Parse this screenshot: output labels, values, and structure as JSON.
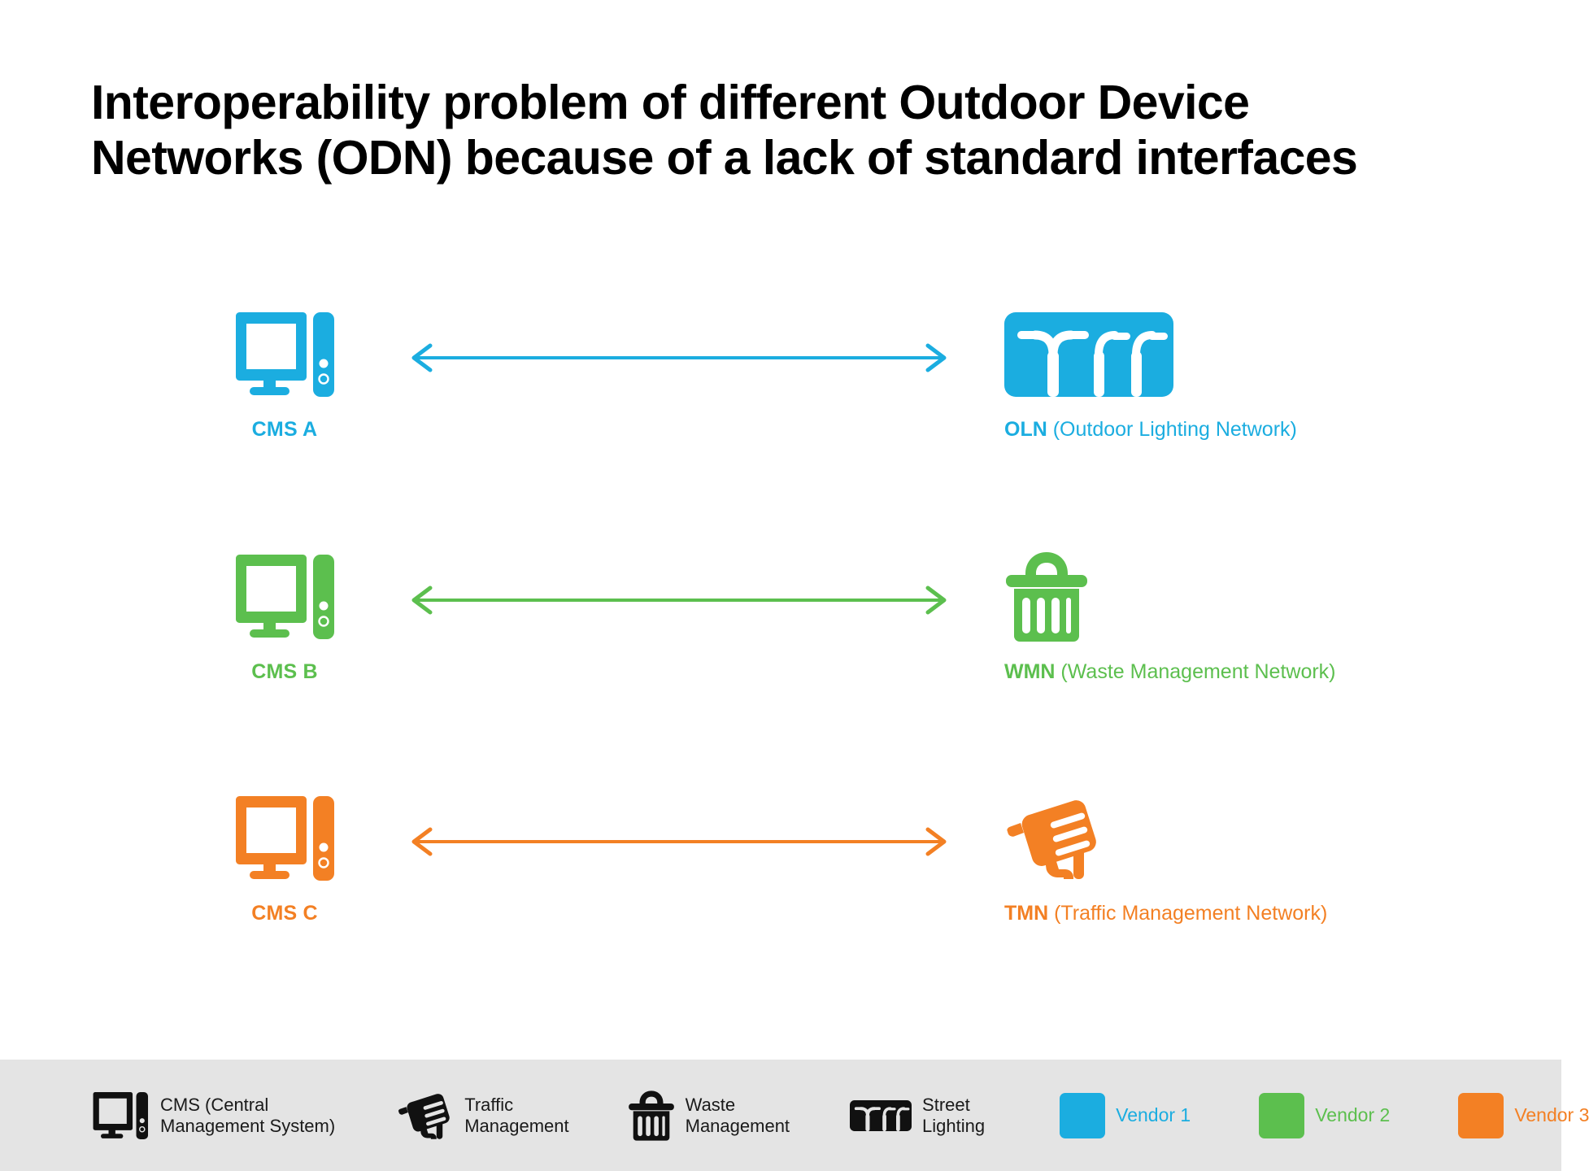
{
  "title": "Interoperability problem of different Outdoor Device\nNetworks (ODN) because of a lack of standard interfaces",
  "colors": {
    "vendor1_blue": "#1BADE0",
    "vendor2_green": "#5CBF4E",
    "vendor3_orange": "#F38024",
    "footer_background": "#e4e4e4",
    "page_background": "#ffffff",
    "title_color": "#000000",
    "legend_text": "#1a1a1a"
  },
  "diagram": {
    "rows": [
      {
        "color": "#1BADE0",
        "left": {
          "icon": "desktop-computer-icon",
          "label": "CMS A"
        },
        "arrow": {
          "icon": "double-headed-arrow-icon",
          "direction": "bidirectional"
        },
        "right": {
          "icon": "street-lighting-icon",
          "abbr": "OLN",
          "expansion": " (Outdoor Lighting Network)"
        }
      },
      {
        "color": "#5CBF4E",
        "left": {
          "icon": "desktop-computer-icon",
          "label": "CMS B"
        },
        "arrow": {
          "icon": "double-headed-arrow-icon",
          "direction": "bidirectional"
        },
        "right": {
          "icon": "waste-bin-icon",
          "abbr": "WMN",
          "expansion": " (Waste Management Network)"
        }
      },
      {
        "color": "#F38024",
        "left": {
          "icon": "desktop-computer-icon",
          "label": "CMS C"
        },
        "arrow": {
          "icon": "double-headed-arrow-icon",
          "direction": "bidirectional"
        },
        "right": {
          "icon": "traffic-camera-icon",
          "abbr": "TMN",
          "expansion": " (Traffic Management Network)"
        }
      }
    ]
  },
  "legend": {
    "items": [
      {
        "type": "icon",
        "icon": "desktop-computer-icon",
        "label": "CMS (Central\nManagement System)",
        "color": "#111111"
      },
      {
        "type": "icon",
        "icon": "traffic-camera-icon",
        "label": "Traffic\nManagement",
        "color": "#111111"
      },
      {
        "type": "icon",
        "icon": "waste-bin-icon",
        "label": "Waste\nManagement",
        "color": "#111111"
      },
      {
        "type": "icon",
        "icon": "street-lighting-icon",
        "label": "Street\nLighting",
        "color": "#111111"
      },
      {
        "type": "swatch",
        "icon": "color-swatch",
        "label": "Vendor 1",
        "color": "#1BADE0"
      },
      {
        "type": "swatch",
        "icon": "color-swatch",
        "label": "Vendor 2",
        "color": "#5CBF4E"
      },
      {
        "type": "swatch",
        "icon": "color-swatch",
        "label": "Vendor 3",
        "color": "#F38024"
      }
    ]
  }
}
